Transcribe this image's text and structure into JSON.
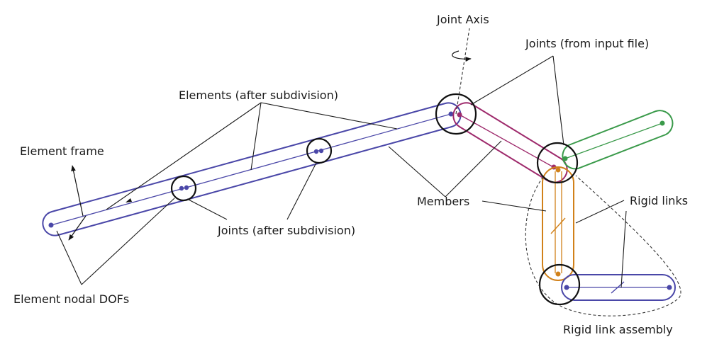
{
  "labels": {
    "joint_axis": "Joint Axis",
    "joints_input": "Joints (from input file)",
    "elements_after": "Elements (after subdivision)",
    "element_frame": "Element frame",
    "members": "Members",
    "rigid_links": "Rigid links",
    "joints_after": "Joints (after subdivision)",
    "element_nodal_dofs": "Element nodal DOFs",
    "rigid_link_assembly": "Rigid link assembly"
  },
  "colors": {
    "blue": "#4a47a8",
    "magenta": "#9e2a6c",
    "green": "#3a9a4a",
    "orange": "#d1811a",
    "black": "#111111"
  }
}
